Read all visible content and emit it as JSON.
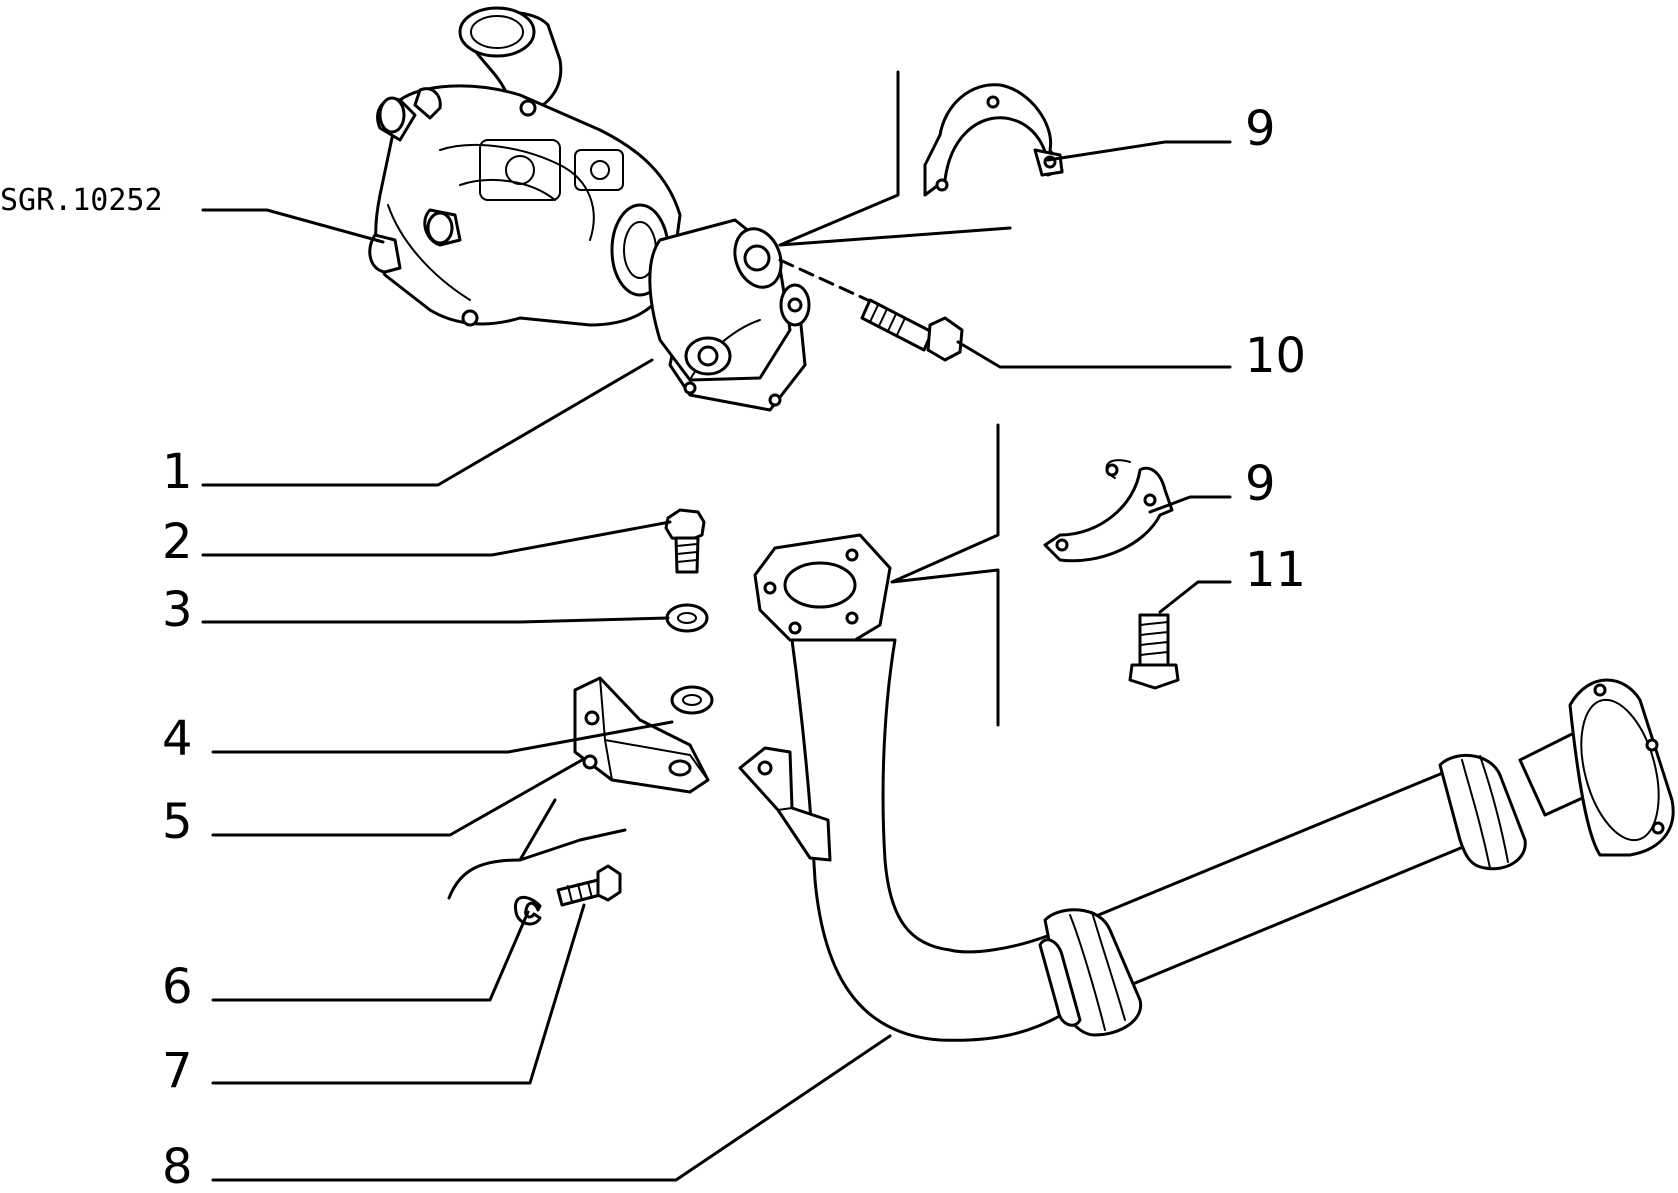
{
  "reference_code": "SGR.10252",
  "callouts": [
    {
      "id": "c1",
      "text": "1"
    },
    {
      "id": "c2",
      "text": "2"
    },
    {
      "id": "c3",
      "text": "3"
    },
    {
      "id": "c4",
      "text": "4"
    },
    {
      "id": "c5",
      "text": "5"
    },
    {
      "id": "c6",
      "text": "6"
    },
    {
      "id": "c7",
      "text": "7"
    },
    {
      "id": "c8",
      "text": "8"
    },
    {
      "id": "c9a",
      "text": "9"
    },
    {
      "id": "c9b",
      "text": "9"
    },
    {
      "id": "c10",
      "text": "10"
    },
    {
      "id": "c11",
      "text": "11"
    }
  ]
}
